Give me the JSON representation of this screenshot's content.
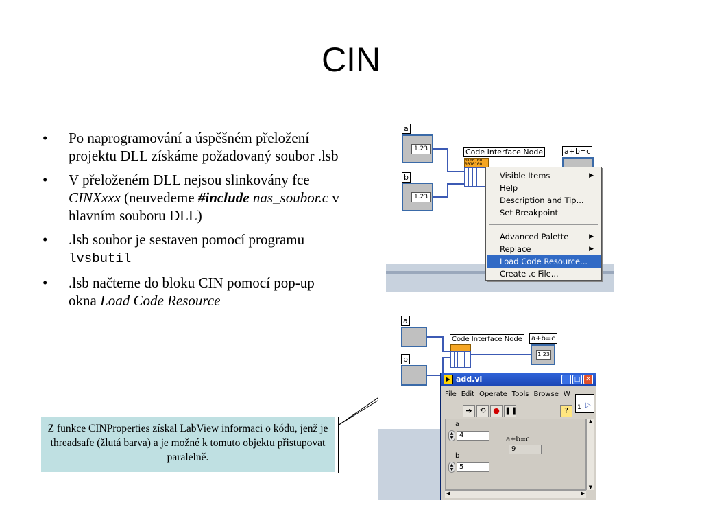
{
  "slide": {
    "title": "CIN",
    "bullets": [
      "Po naprogramování a úspěšném přeložení projektu DLL získáme požadovaný soubor .lsb",
      {
        "p1": "V přeloženém DLL nejsou slinkovány fce ",
        "i1": "CINXxxx",
        "p2": " (neuvedeme ",
        "bi": "#include",
        "i2": "nas_soubor.c",
        "p3": " v hlavním souboru DLL)"
      },
      {
        "p1": ".lsb soubor je sestaven pomocí programu ",
        "code": "lvsbutil"
      },
      {
        "p1": ".lsb načteme do bloku CIN pomocí pop-up okna ",
        "i1": "Load Code Resource"
      }
    ],
    "callout": "Z funkce CINProperties získal LabView informaci o kódu, jenž je threadsafe (žlutá barva) a je možné k tomuto objektu přistupovat paralelně."
  },
  "diagram_top": {
    "label_a": "a",
    "label_b": "b",
    "value_a": "1.23",
    "value_b": "1.23",
    "cin_label": "Code Interface Node",
    "result_label": "a+b=c",
    "context_menu": [
      {
        "label": "Visible Items",
        "submenu": true
      },
      {
        "label": "Help",
        "submenu": false
      },
      {
        "label": "Description and Tip...",
        "submenu": false
      },
      {
        "label": "Set Breakpoint",
        "submenu": false
      },
      {
        "label": "Advanced Palette",
        "submenu": true
      },
      {
        "label": "Replace",
        "submenu": true
      },
      {
        "label": "Load Code Resource...",
        "submenu": false,
        "selected": true
      },
      {
        "label": "Create .c File...",
        "submenu": false
      }
    ]
  },
  "diagram_bottom": {
    "label_a": "a",
    "label_b": "b",
    "cin_label": "Code Interface Node",
    "result_label": "a+b=c",
    "value_result": "1.23"
  },
  "vi_window": {
    "title": "add.vi",
    "menus": [
      "File",
      "Edit",
      "Operate",
      "Tools",
      "Browse",
      "W"
    ],
    "a_label": "a",
    "a_value": "4",
    "b_label": "b",
    "b_value": "5",
    "c_label": "a+b=c",
    "c_value": "9",
    "connector_value": "1"
  },
  "colors": {
    "callout_bg": "#bfe0e2",
    "wire": "#3c5ab4",
    "menu_selected": "#316ac5",
    "titlebar": "#2f63d8"
  }
}
